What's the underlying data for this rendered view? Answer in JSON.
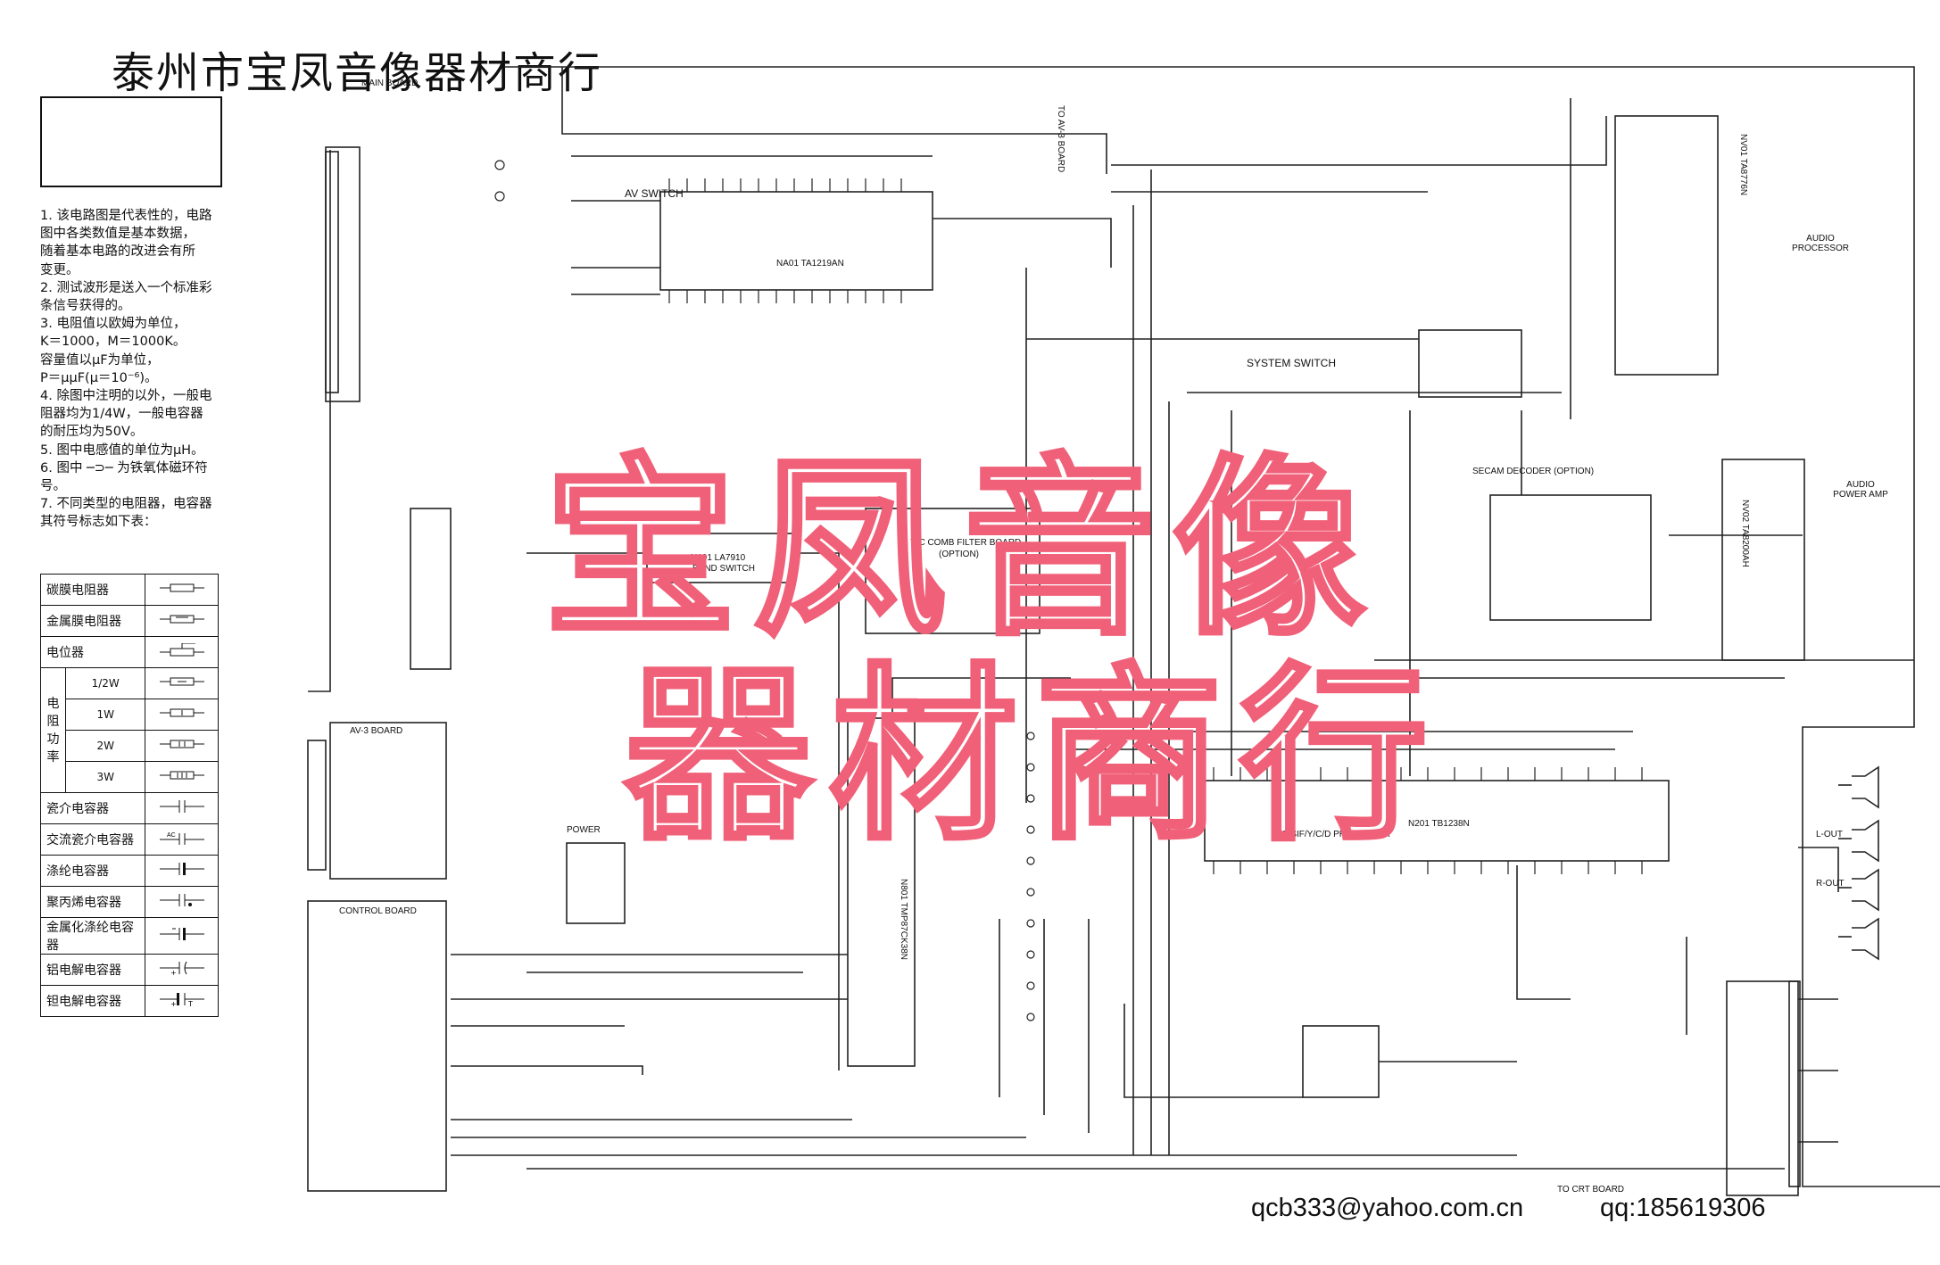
{
  "title": "泰州市宝凤音像器材商行",
  "notes": [
    "1. 该电路图是代表性的，电路",
    "   图中各类数值是基本数据，",
    "   随着基本电路的改进会有所",
    "   变更。",
    "2. 测试波形是送入一个标准彩",
    "   条信号获得的。",
    "3. 电阻值以欧姆为单位，",
    "   K＝1000，M＝1000K。",
    "   容量值以μF为单位，",
    "   P＝μμF(μ＝10⁻⁶)。",
    "4. 除图中注明的以外，一般电",
    "   阻器均为1/4W，一般电容器",
    "   的耐压均为50V。",
    "5. 图中电感值的单位为μH。",
    "6. 图中 ─⊃─ 为铁氧体磁环符",
    "   号。",
    "7. 不同类型的电阻器，电容器",
    "   其符号标志如下表："
  ],
  "legend": {
    "carbon_film_resistor": "碳膜电阻器",
    "metal_film_resistor": "金属膜电阻器",
    "potentiometer": "电位器",
    "resistor_power_label": "电阻功率",
    "power_ratings": [
      "1/2W",
      "1W",
      "2W",
      "3W"
    ],
    "ceramic_capacitor": "瓷介电容器",
    "ac_ceramic_capacitor": "交流瓷介电容器",
    "polyester_capacitor": "涤纶电容器",
    "polypropylene_capacitor": "聚丙烯电容器",
    "metallized_polyester_capacitor": "金属化涤纶电容器",
    "aluminum_electrolytic_capacitor": "铝电解电容器",
    "tantalum_electrolytic_capacitor": "钽电解电容器"
  },
  "contact": {
    "email": "qcb333@yahoo.com.cn",
    "qq": "qq:185619306"
  },
  "watermark": {
    "line1": "宝凤音像",
    "line2": "器材商行"
  },
  "schematic": {
    "main_board": "MAIN BOARD",
    "av_switch": "AV SWITCH",
    "na01": "NA01   TA1219AN",
    "system_switch": "SYSTEM SWITCH",
    "to_av3_board": "TO AV-3 BOARD",
    "audio_processor": "AUDIO PROCESSOR",
    "audio_power_amp": "AUDIO POWER AMP",
    "nv01": "NV01 TA8776N",
    "nv02": "NV02 TA8200AH",
    "secam_decoder": "SECAM DECODER (OPTION)",
    "yc_comb": "Y/C COMB FILTER BOARD",
    "option": "(OPTION)",
    "n101": "N101  LA7910",
    "band_switch": "BAND SWITCH",
    "av3_board": "AV-3 BOARD",
    "control_board": "CONTROL BOARD",
    "n801": "N801 TMP87CK38N",
    "pif_processor": "PIF/SIF/Y/C/D PROCESSOR",
    "n201": "N201  TB1238N",
    "power": "POWER",
    "l_out": "L-OUT",
    "r_out": "R-OUT",
    "to_crt": "TO CRT BOARD"
  }
}
